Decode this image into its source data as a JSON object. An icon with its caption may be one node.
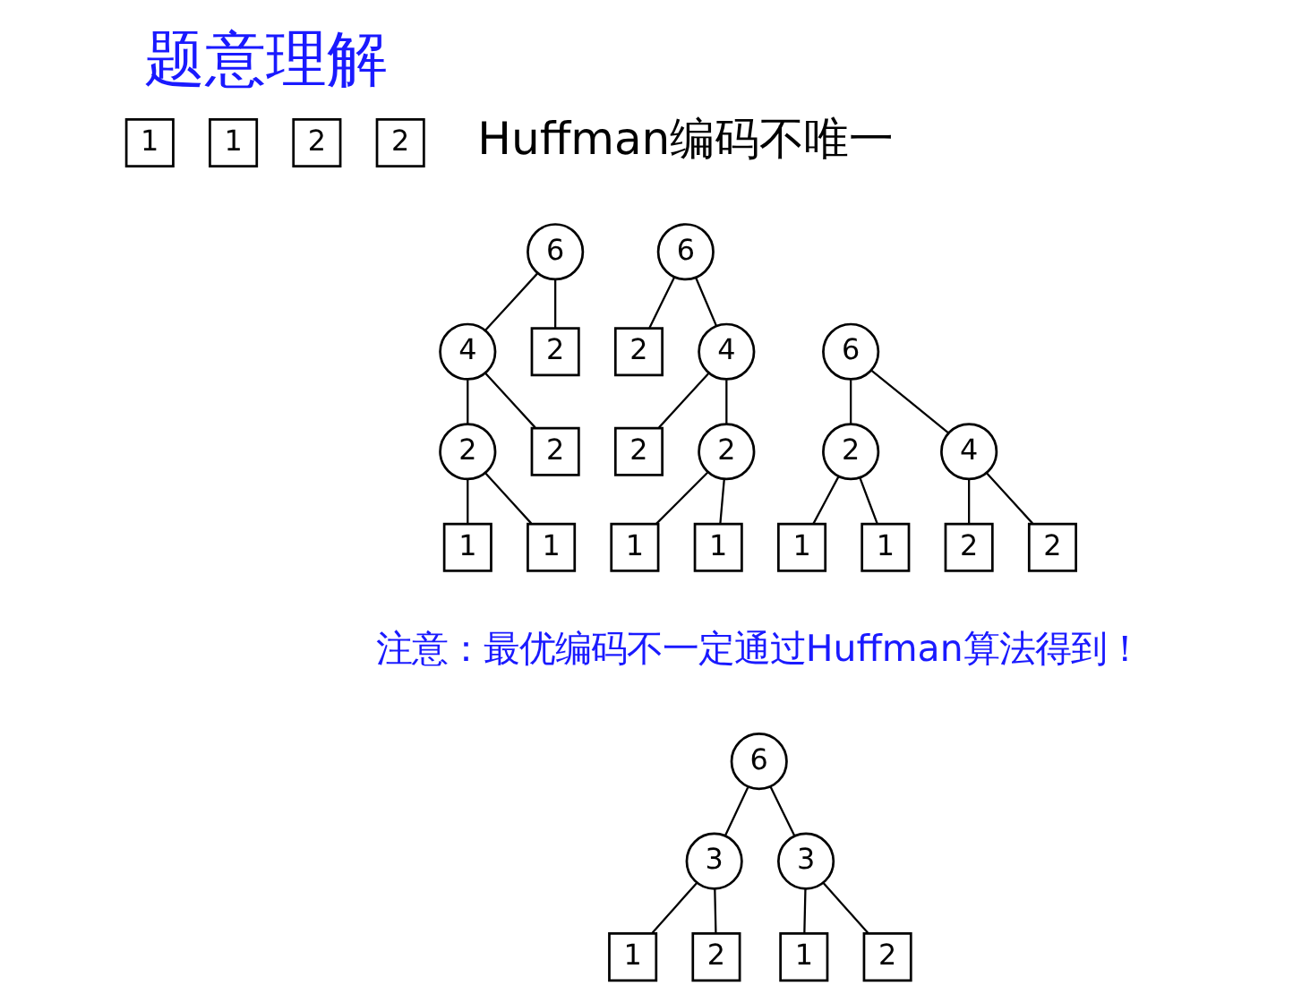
{
  "diagram": {
    "title": "题意理解",
    "nodes": [
      {
        "text": [
          "1"
        ]
      },
      {
        "text": [
          "1"
        ]
      },
      {
        "text": [
          "2"
        ]
      },
      {
        "text": [
          "2"
        ]
      },
      {
        "text": [
          "6"
        ]
      },
      {
        "text": [
          "4"
        ]
      },
      {
        "text": [
          "2"
        ]
      },
      {
        "text": [
          "2"
        ]
      },
      {
        "text": [
          "2"
        ]
      },
      {
        "text": [
          "1"
        ]
      },
      {
        "text": [
          "1"
        ]
      },
      {
        "text": [
          "6"
        ]
      },
      {
        "text": [
          "2"
        ]
      },
      {
        "text": [
          "4"
        ]
      },
      {
        "text": [
          "2"
        ]
      },
      {
        "text": [
          "2"
        ]
      },
      {
        "text": [
          "1"
        ]
      },
      {
        "text": [
          "1"
        ]
      },
      {
        "text": [
          "6"
        ]
      },
      {
        "text": [
          "2"
        ]
      },
      {
        "text": [
          "4"
        ]
      },
      {
        "text": [
          "1"
        ]
      },
      {
        "text": [
          "1"
        ]
      },
      {
        "text": [
          "2"
        ]
      },
      {
        "text": [
          "2"
        ]
      },
      {
        "text": [
          "6"
        ]
      },
      {
        "text": [
          "3"
        ]
      },
      {
        "text": [
          "3"
        ]
      },
      {
        "text": [
          "1"
        ]
      },
      {
        "text": [
          "2"
        ]
      },
      {
        "text": [
          "1"
        ]
      },
      {
        "text": [
          "2"
        ]
      }
    ],
    "edges": [
      {
        "from": 4,
        "to": 5,
        "arrow": "none"
      },
      {
        "from": 4,
        "to": 6,
        "arrow": "none"
      },
      {
        "from": 5,
        "to": 7,
        "arrow": "none"
      },
      {
        "from": 5,
        "to": 8,
        "arrow": "none"
      },
      {
        "from": 7,
        "to": 9,
        "arrow": "none"
      },
      {
        "from": 7,
        "to": 10,
        "arrow": "none"
      },
      {
        "from": 11,
        "to": 12,
        "arrow": "none"
      },
      {
        "from": 11,
        "to": 13,
        "arrow": "none"
      },
      {
        "from": 13,
        "to": 14,
        "arrow": "none"
      },
      {
        "from": 13,
        "to": 15,
        "arrow": "none"
      },
      {
        "from": 15,
        "to": 16,
        "arrow": "none"
      },
      {
        "from": 15,
        "to": 17,
        "arrow": "none"
      },
      {
        "from": 18,
        "to": 19,
        "arrow": "none"
      },
      {
        "from": 18,
        "to": 20,
        "arrow": "none"
      },
      {
        "from": 19,
        "to": 21,
        "arrow": "none"
      },
      {
        "from": 19,
        "to": 22,
        "arrow": "none"
      },
      {
        "from": 20,
        "to": 23,
        "arrow": "none"
      },
      {
        "from": 20,
        "to": 24,
        "arrow": "none"
      },
      {
        "from": 25,
        "to": 26,
        "arrow": "none"
      },
      {
        "from": 25,
        "to": 27,
        "arrow": "none"
      },
      {
        "from": 26,
        "to": 28,
        "arrow": "none"
      },
      {
        "from": 26,
        "to": 29,
        "arrow": "none"
      },
      {
        "from": 27,
        "to": 30,
        "arrow": "none"
      },
      {
        "from": 27,
        "to": 31,
        "arrow": "none"
      }
    ],
    "labels": [
      "Huffman编码不唯一",
      "注意：最优编码不一定通过Huffman算法得到！"
    ]
  }
}
